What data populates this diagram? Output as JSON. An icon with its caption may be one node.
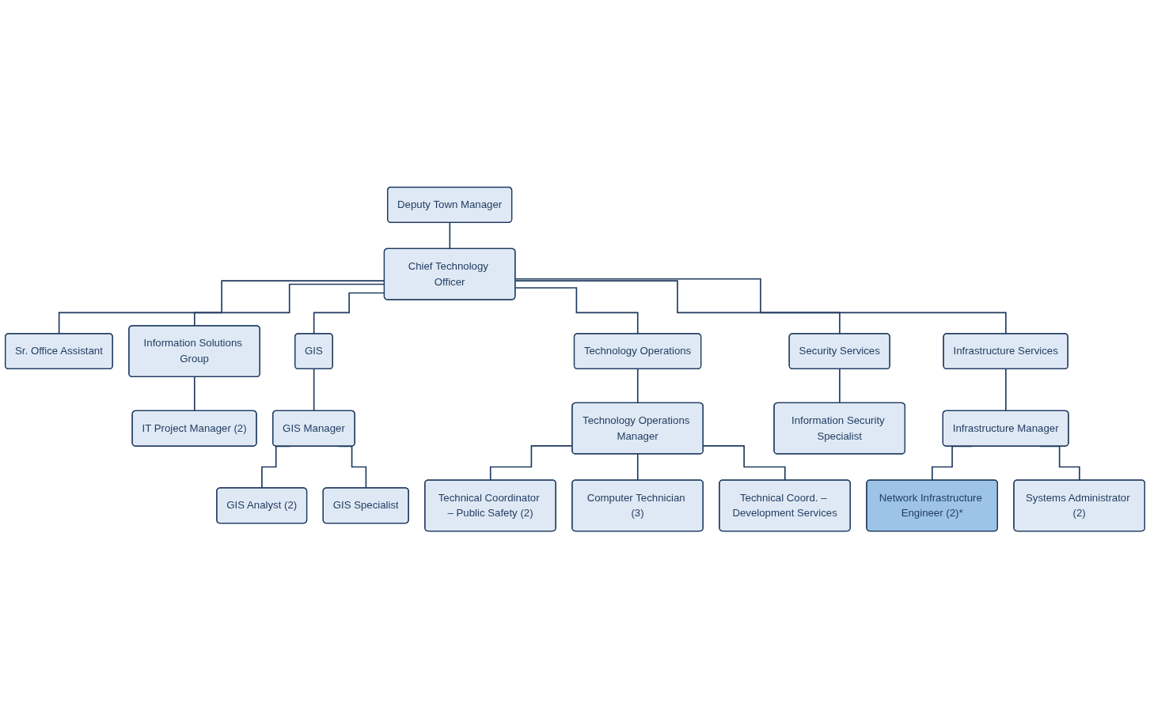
{
  "diagram": {
    "nodes": [
      {
        "text": [
          "Deputy Town Manager"
        ]
      },
      {
        "text": [
          "Chief Technology Officer"
        ]
      },
      {
        "text": [
          "Sr. Office Assistant"
        ]
      },
      {
        "text": [
          "Information Solutions Group"
        ]
      },
      {
        "text": [
          "GIS"
        ]
      },
      {
        "text": [
          "Technology Operations"
        ]
      },
      {
        "text": [
          "Security Services"
        ]
      },
      {
        "text": [
          "Infrastructure Services"
        ]
      },
      {
        "text": [
          "IT Project Manager (2)"
        ]
      },
      {
        "text": [
          "GIS Manager"
        ]
      },
      {
        "text": [
          "Technology Operations Manager"
        ]
      },
      {
        "text": [
          "Information Security Specialist"
        ]
      },
      {
        "text": [
          "Infrastructure Manager"
        ]
      },
      {
        "text": [
          "GIS Analyst (2)"
        ]
      },
      {
        "text": [
          "GIS Specialist"
        ]
      },
      {
        "text": [
          "Technical Coordinator – Public Safety (2)"
        ]
      },
      {
        "text": [
          "Computer Technician (3)"
        ]
      },
      {
        "text": [
          "Technical Coord. – Development Services"
        ]
      },
      {
        "text": [
          "Network Infrastructure Engineer (2)*"
        ]
      },
      {
        "text": [
          "Systems Administrator (2)"
        ]
      }
    ],
    "edges": [
      {
        "from": 0,
        "to": 1,
        "arrow": "none"
      },
      {
        "from": 1,
        "to": 2,
        "arrow": "none"
      },
      {
        "from": 1,
        "to": 3,
        "arrow": "none"
      },
      {
        "from": 1,
        "to": 4,
        "arrow": "none"
      },
      {
        "from": 1,
        "to": 5,
        "arrow": "none"
      },
      {
        "from": 1,
        "to": 6,
        "arrow": "none"
      },
      {
        "from": 1,
        "to": 7,
        "arrow": "none"
      },
      {
        "from": 3,
        "to": 8,
        "arrow": "none"
      },
      {
        "from": 4,
        "to": 9,
        "arrow": "none"
      },
      {
        "from": 5,
        "to": 10,
        "arrow": "none"
      },
      {
        "from": 6,
        "to": 11,
        "arrow": "none"
      },
      {
        "from": 7,
        "to": 12,
        "arrow": "none"
      },
      {
        "from": 9,
        "to": 13,
        "arrow": "none"
      },
      {
        "from": 9,
        "to": 14,
        "arrow": "none"
      },
      {
        "from": 10,
        "to": 15,
        "arrow": "none"
      },
      {
        "from": 10,
        "to": 16,
        "arrow": "none"
      },
      {
        "from": 10,
        "to": 17,
        "arrow": "none"
      },
      {
        "from": 12,
        "to": 18,
        "arrow": "none"
      },
      {
        "from": 12,
        "to": 19,
        "arrow": "none"
      }
    ]
  }
}
